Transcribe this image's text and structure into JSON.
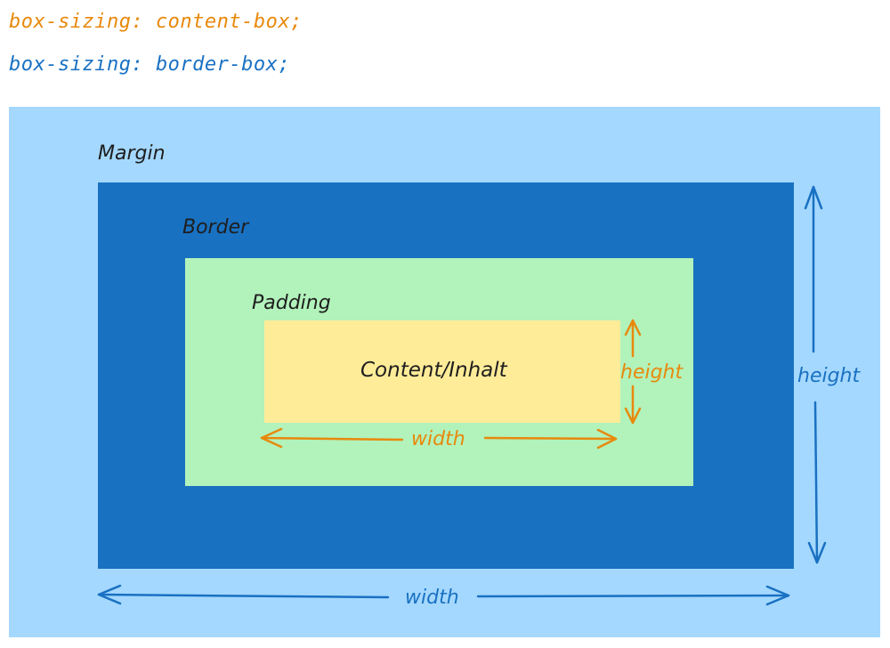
{
  "legend": {
    "content_box": "box-sizing: content-box;",
    "border_box": "box-sizing: border-box;"
  },
  "labels": {
    "margin": "Margin",
    "border": "Border",
    "padding": "Padding",
    "content": "Content/Inhalt",
    "content_width": "width",
    "content_height": "height",
    "border_width": "width",
    "border_height": "height"
  },
  "colors": {
    "margin": "#a5d8ff",
    "border": "#1971c2",
    "padding": "#b2f2bb",
    "content": "#ffec99",
    "content_box_accent": "#e8890c",
    "border_box_accent": "#1971c2"
  }
}
